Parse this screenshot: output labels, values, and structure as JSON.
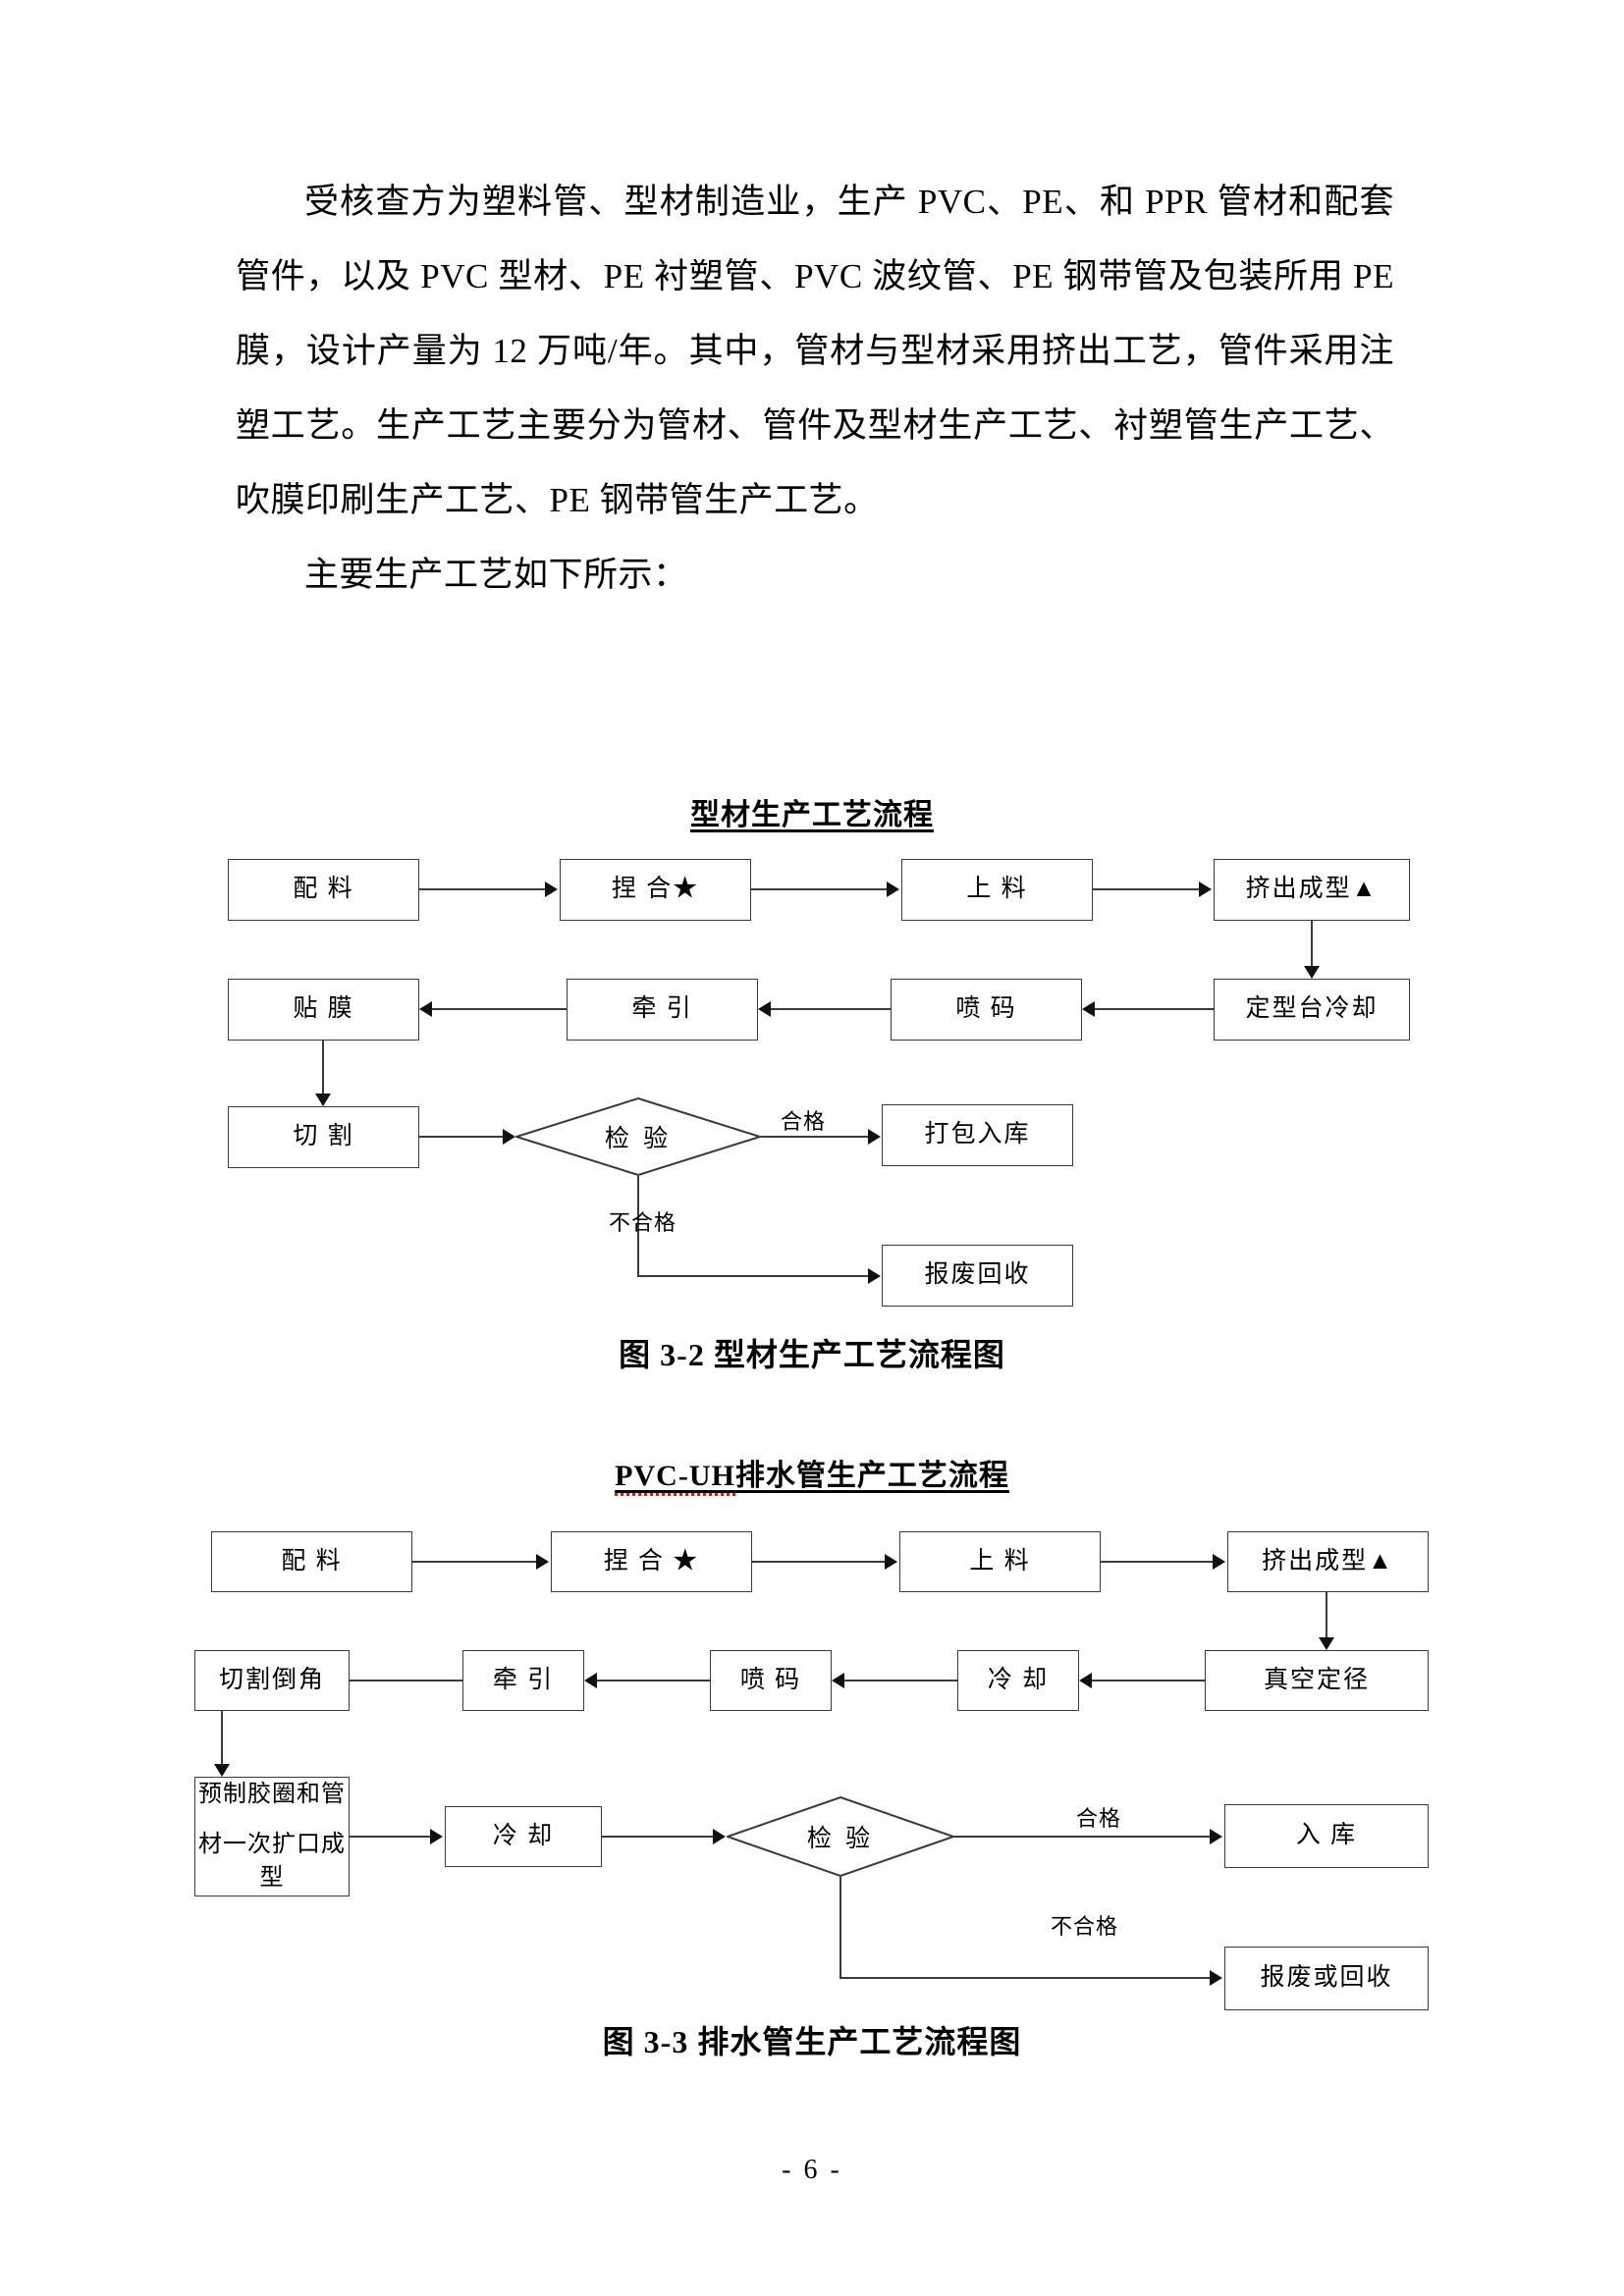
{
  "document": {
    "page_number": "- 6 -",
    "paragraphs": [
      "受核查方为塑料管、型材制造业，生产 PVC、PE、和 PPR 管材和配套管件，以及 PVC 型材、PE 衬塑管、PVC 波纹管、PE 钢带管及包装所用 PE 膜，设计产量为 12 万吨/年。其中，管材与型材采用挤出工艺，管件采用注塑工艺。生产工艺主要分为管材、管件及型材生产工艺、衬塑管生产工艺、吹膜印刷生产工艺、PE 钢带管生产工艺。",
      "主要生产工艺如下所示："
    ]
  },
  "figure1": {
    "title": "型材生产工艺流程",
    "caption": "图 3-2  型材生产工艺流程图",
    "nodes": {
      "n1": "配 料",
      "n2": "捏 合★",
      "n3": "上 料",
      "n4": "挤出成型▲",
      "n5": "定型台冷却",
      "n6": "喷 码",
      "n7": "牵 引",
      "n8": "贴 膜",
      "n9": "切 割",
      "n10": "检 验",
      "n11": "打包入库",
      "n12": "报废回收"
    },
    "edge_labels": {
      "pass": "合格",
      "fail": "不合格"
    }
  },
  "figure2": {
    "title_prefix": "PVC-UH",
    "title_rest": "排水管生产工艺流程",
    "caption": "图 3-3  排水管生产工艺流程图",
    "nodes": {
      "n1": "配 料",
      "n2": "捏 合 ★",
      "n3": "上 料",
      "n4": "挤出成型▲",
      "n5": "真空定径",
      "n6": "冷 却",
      "n7": "喷 码",
      "n8": "牵 引",
      "n9": "切割倒角",
      "n10_line1": "预制胶圈和管",
      "n10_line2": "材一次扩口成型",
      "n11": "冷 却",
      "n12": "检 验",
      "n13": "入 库",
      "n14": "报废或回收"
    },
    "edge_labels": {
      "pass": "合格",
      "fail": "不合格"
    }
  },
  "colors": {
    "ink": "#000000",
    "node_border": "#3a3a3a",
    "spellcheck_underline": "#d81a1a"
  }
}
